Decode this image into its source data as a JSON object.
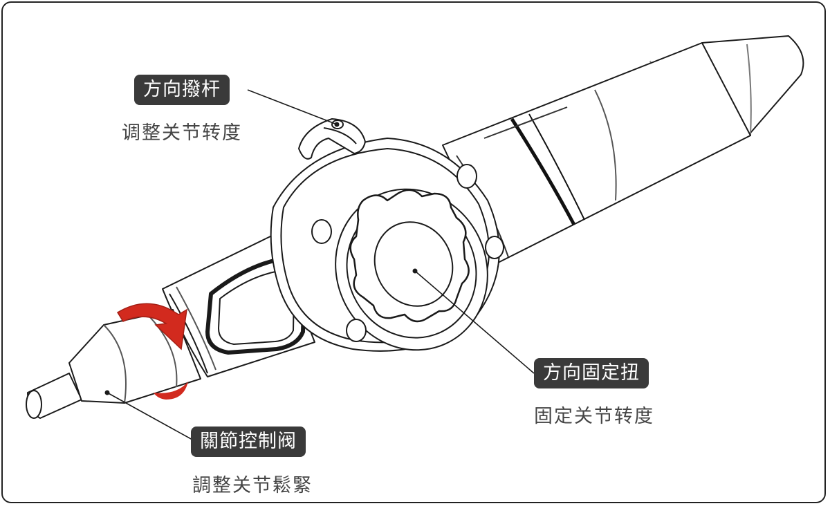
{
  "callouts": {
    "lever": {
      "label": "方向撥杆",
      "desc": "调整关节转度"
    },
    "knob": {
      "label": "方向固定扭",
      "desc": "固定关节转度"
    },
    "valve": {
      "label": "關節控制阀",
      "desc": "調整关节鬆緊"
    }
  },
  "colors": {
    "tag_bg": "#3a3a3a",
    "arrow": "#d22a1e",
    "line": "#1a1a1a"
  }
}
